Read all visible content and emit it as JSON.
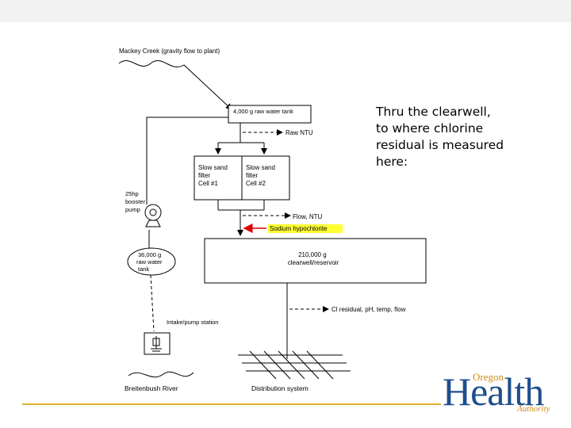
{
  "diagram": {
    "source_label": "Mackey Creek (gravity flow to plant)",
    "raw_tank_small": "4,000 g raw water tank",
    "raw_ntu": "Raw NTU",
    "filter1": [
      "Slow sand",
      "filter",
      "Cell #1"
    ],
    "filter2": [
      "Slow sand",
      "filter",
      "Cell #2"
    ],
    "flow_ntu": "Flow, NTU",
    "sodium": "Sodium hypochlorite",
    "clearwell": [
      "210,000 g",
      "clearwell/reservoir"
    ],
    "cl_residual": "Cl residual, pH, temp, flow",
    "distribution": "Distribution system",
    "pump_label": [
      "25hp",
      "booster",
      "pump"
    ],
    "raw_tank_large": [
      "36,000 g",
      "raw water",
      "tank"
    ],
    "intake": "Intake/pump station",
    "river": "Breitenbush River"
  },
  "note": [
    "Thru the clearwell,",
    "to where chlorine",
    "residual is measured",
    "here:"
  ],
  "logo": {
    "top": "Oregon",
    "main": "Health",
    "sub": "Authority"
  },
  "colors": {
    "arrow": "#dd0000",
    "highlight": "#ffff33",
    "rule": "#e0b030",
    "logo_blue": "#1e4e8c",
    "logo_orange": "#d08a1a"
  }
}
